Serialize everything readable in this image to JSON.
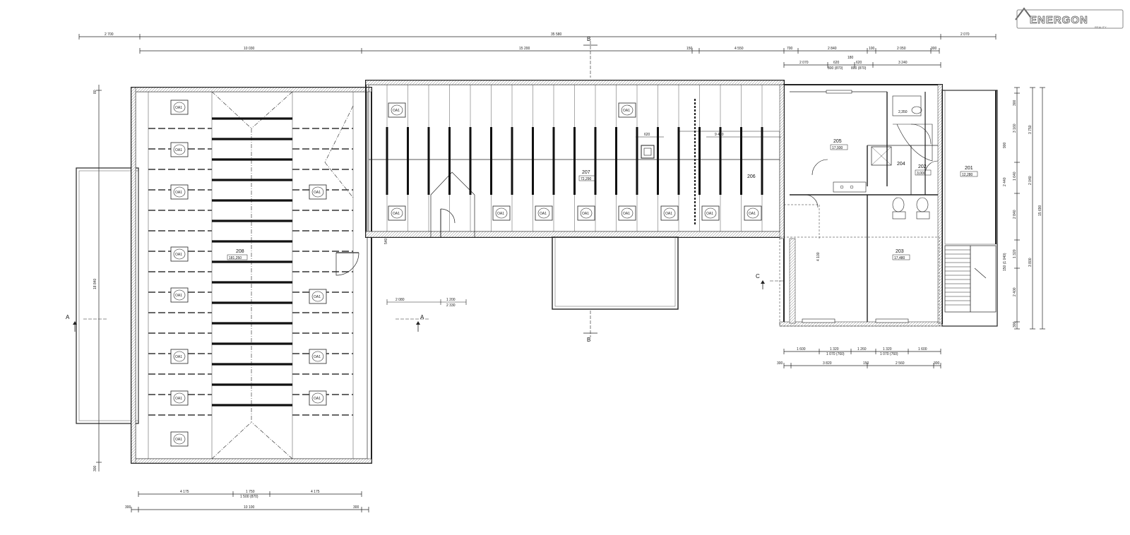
{
  "logo": {
    "name": "ENERGON",
    "subtitle": "REALITY"
  },
  "top_dims_row1": [
    "2 700",
    "35 580",
    "2 070"
  ],
  "top_dims_row2": [
    "10 030",
    "15 200",
    "150",
    "4 550",
    "700",
    "2 840",
    "100",
    "2 050",
    "300"
  ],
  "top_dims_row3": [
    "2 070",
    "180",
    "620",
    "620",
    "3 240",
    "800 (870)",
    "800 (870)"
  ],
  "bottom_left_dims_row1": [
    "4 175",
    "1 750",
    "4 175",
    "1 500 (870)"
  ],
  "bottom_left_dims_row2": [
    "300",
    "10 100",
    "300"
  ],
  "bottom_right_dims_row1": [
    "1 600",
    "1 320",
    "1 070 (760)",
    "1 260",
    "1 320",
    "1 070 (760)",
    "1 600"
  ],
  "bottom_right_dims_row2": [
    "300",
    "3 820",
    "150",
    "2 560",
    "300"
  ],
  "left_dims": [
    "80",
    "18 840",
    "300"
  ],
  "right_dims_inner": [
    "300",
    "3 160",
    "1 640",
    "2 840",
    "1 320",
    "2 400",
    "300"
  ],
  "right_dims_outer": [
    "3 750",
    "2 040",
    "3 800",
    "15 690"
  ],
  "right_dims_mid": [
    "900",
    "2 440",
    "150 (1 040)"
  ],
  "mid_dims": [
    "2 080",
    "1 200",
    "2 330",
    "9 470",
    "620",
    "540",
    "4 100"
  ],
  "section_labels": [
    "A",
    "A",
    "B",
    "B",
    "C"
  ],
  "windows_label": "OA1",
  "rooms": [
    {
      "id": "201",
      "area": "12,280"
    },
    {
      "id": "202",
      "area": "3,000"
    },
    {
      "id": "203",
      "area": "17,480"
    },
    {
      "id": "204",
      "area": "2,350"
    },
    {
      "id": "205",
      "area": "17,930"
    },
    {
      "id": "206",
      "area": ""
    },
    {
      "id": "207",
      "area": "72,290"
    },
    {
      "id": "208",
      "area": "181,250"
    }
  ]
}
